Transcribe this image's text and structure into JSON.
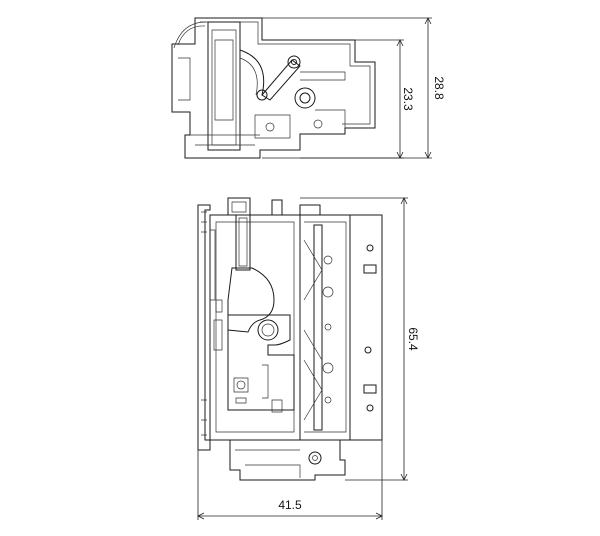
{
  "dimensions": {
    "top_height_total": "28.8",
    "top_height_inner": "23.3",
    "bottom_height": "65.4",
    "bottom_width": "41.5"
  }
}
